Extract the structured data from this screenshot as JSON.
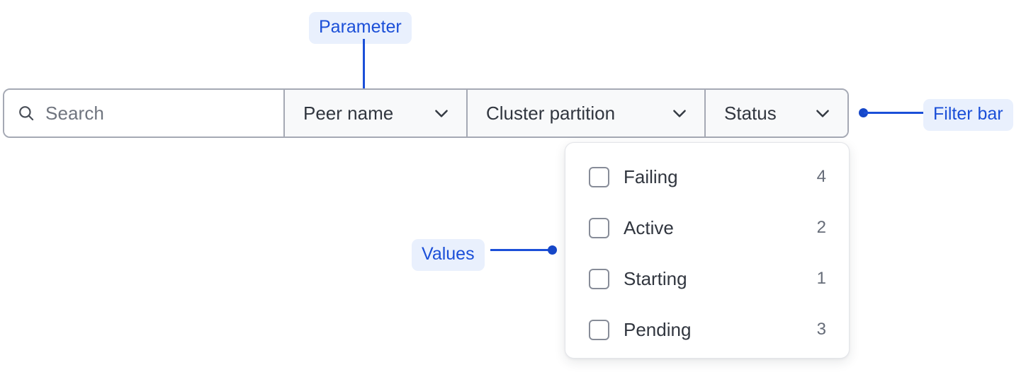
{
  "annotations": {
    "parameter": {
      "label": "Parameter"
    },
    "values": {
      "label": "Values"
    },
    "filter_bar": {
      "label": "Filter bar"
    },
    "accent_color": "#1b4fd8",
    "pill_background": "#e9f0fd"
  },
  "filter_bar": {
    "search": {
      "placeholder": "Search",
      "value": "",
      "icon": "search-icon"
    },
    "segments": [
      {
        "label": "Peer name",
        "icon": "chevron-down-icon",
        "expanded": false
      },
      {
        "label": "Cluster partition",
        "icon": "chevron-down-icon",
        "expanded": false
      },
      {
        "label": "Status",
        "icon": "chevron-down-icon",
        "expanded": true
      }
    ]
  },
  "status_dropdown": {
    "open": true,
    "options": [
      {
        "label": "Failing",
        "count": "4",
        "checked": false
      },
      {
        "label": "Active",
        "count": "2",
        "checked": false
      },
      {
        "label": "Starting",
        "count": "1",
        "checked": false
      },
      {
        "label": "Pending",
        "count": "3",
        "checked": false
      }
    ]
  }
}
